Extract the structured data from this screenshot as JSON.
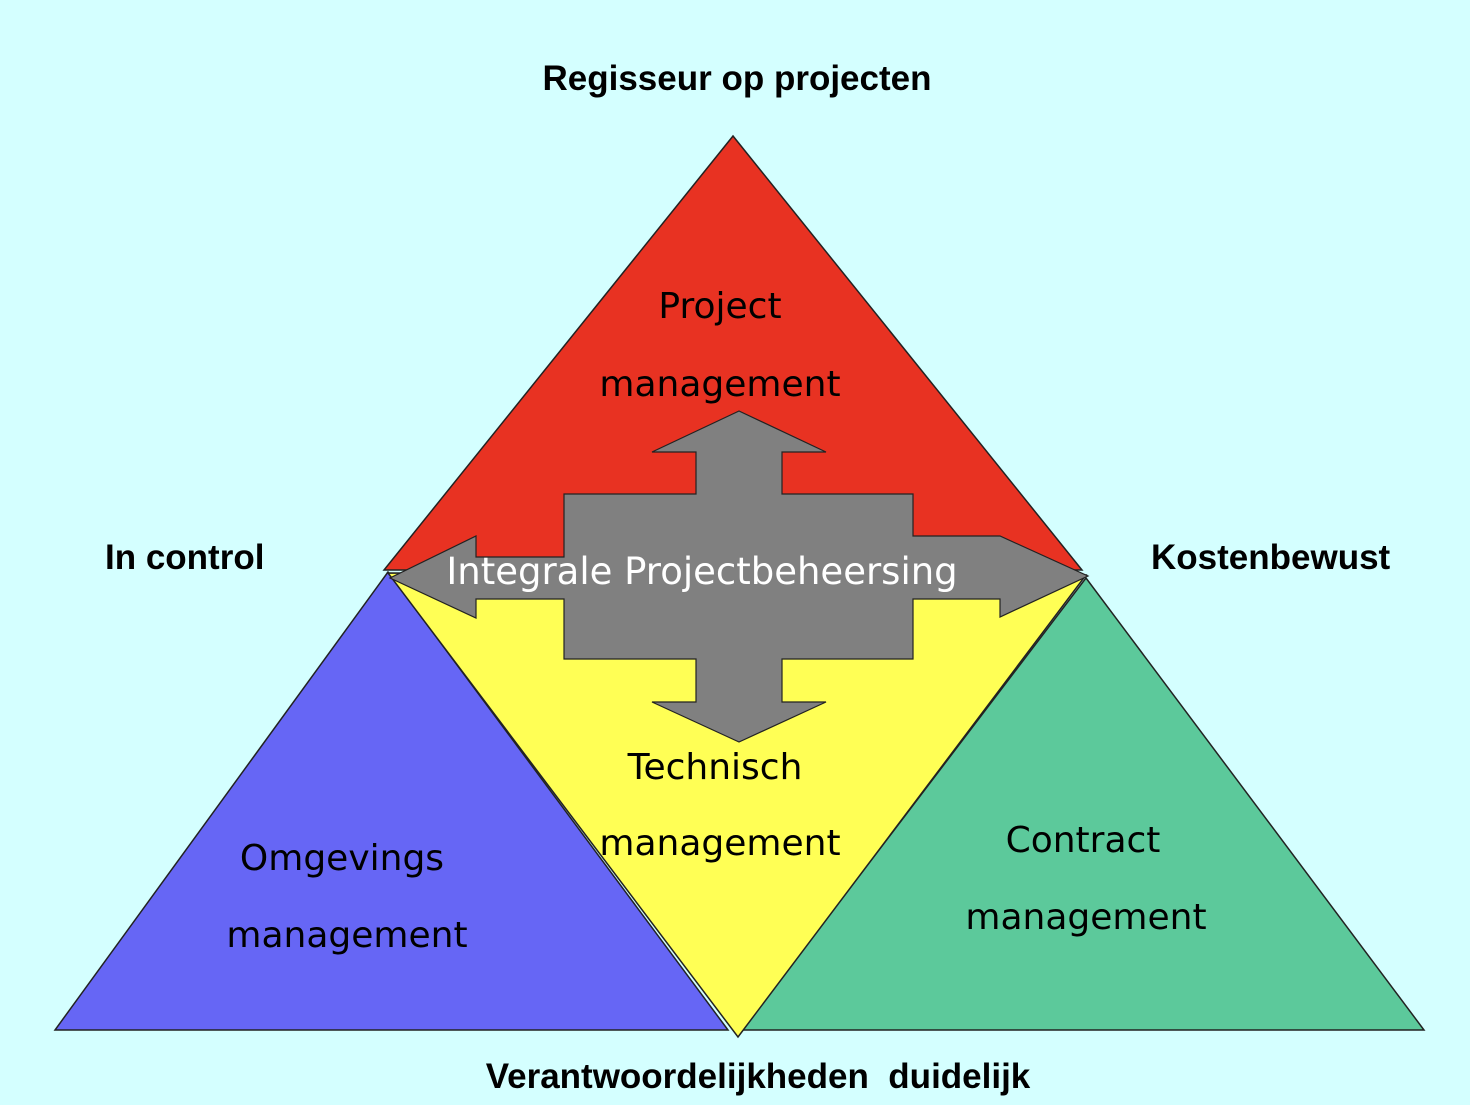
{
  "labels": {
    "top": "Regisseur op projecten",
    "left": "In control",
    "right": "Kostenbewust",
    "bottom": "Verantwoordelijkheden  duidelijk"
  },
  "triangles": {
    "project": {
      "line1": "Project",
      "line2": "management",
      "color": "#e83222"
    },
    "technisch": {
      "line1": "Technisch",
      "line2": "management",
      "color": "#ffff55"
    },
    "omgevings": {
      "line1": "Omgevings",
      "line2": "management",
      "color": "#6666f5"
    },
    "contract": {
      "line1": "Contract",
      "line2": "management",
      "color": "#5cc99b"
    }
  },
  "center": {
    "label": "Integrale Projectbeheersing",
    "color": "#808080"
  }
}
